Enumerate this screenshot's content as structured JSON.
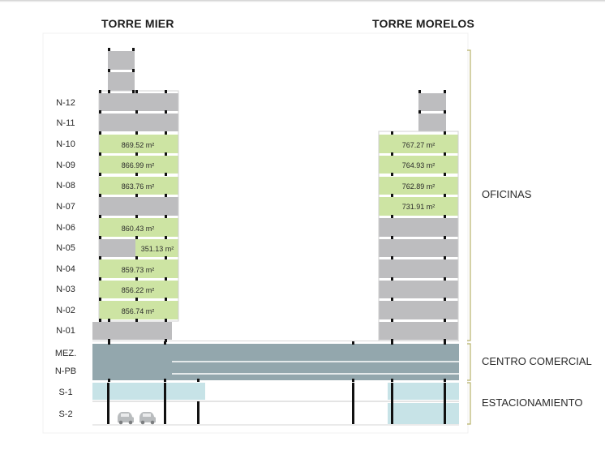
{
  "towers": {
    "mier": "TORRE MIER",
    "morelos": "TORRE MORELOS"
  },
  "levels": [
    "N-12",
    "N-11",
    "N-10",
    "N-09",
    "N-08",
    "N-07",
    "N-06",
    "N-05",
    "N-04",
    "N-03",
    "N-02",
    "N-01",
    "MEZ.",
    "N-PB",
    "S-1",
    "S-2"
  ],
  "sections": {
    "offices": "OFICINAS",
    "commercial": "CENTRO COMERCIAL",
    "parking": "ESTACIONAMIENTO"
  },
  "mier_areas": {
    "n10": "869.52 m²",
    "n09": "866.99 m²",
    "n08": "863.76 m²",
    "n06": "860.43 m²",
    "n05": "351.13 m²",
    "n04": "859.73 m²",
    "n03": "856.22 m²",
    "n02": "856.74 m²"
  },
  "morelos_areas": {
    "n10": "767.27 m²",
    "n09": "764.93 m²",
    "n08": "762.89 m²",
    "n07": "731.91 m²"
  },
  "colors": {
    "gray": "#bdbdbf",
    "green": "#cde4a3",
    "teal": "#93a7ad",
    "cyan": "#c7e3e7",
    "bracket": "#b8b26a"
  }
}
